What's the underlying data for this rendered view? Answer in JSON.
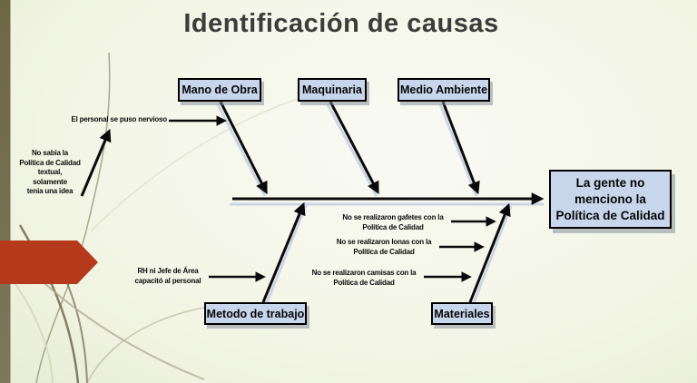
{
  "title": "Identificación de causas",
  "fishbone": {
    "effect": {
      "line1": "La gente no",
      "line2": "menciono la",
      "line3": "Política de Calidad"
    },
    "categories": {
      "mano_de_obra": "Mano de Obra",
      "maquinaria": "Maquinaria",
      "medio_ambiente": "Medio Ambiente",
      "metodo_de_trabajo": "Metodo de trabajo",
      "materiales": "Materiales"
    },
    "causes": {
      "personal": {
        "line1": "El personal se puso nervioso"
      },
      "no_sabia": {
        "line1": "No sabia la",
        "line2": "Política de Calidad",
        "line3": "textual,",
        "line4": "solamente",
        "line5": "tenia una idea"
      },
      "rh": {
        "line1": "RH ni Jefe de Área",
        "line2": "capacitó al personal"
      },
      "gafetes": {
        "line1": "No se realizaron gafetes con la",
        "line2": "Política de Calidad"
      },
      "lonas": {
        "line1": "No se realizaron lonas con la",
        "line2": "Política de Calidad"
      },
      "camisas": {
        "line1": "No se realizaron camisas con la",
        "line2": "Política de Calidad"
      }
    }
  },
  "colors": {
    "accent_arrow": "#b53a1b",
    "sidebar_stripe": "#7a7457",
    "box_fill": "#c8d6ec",
    "box_border": "#000000",
    "line": "#0a0a0a",
    "line_shadow": "#c7d2e6",
    "title_text": "#3c3c3a",
    "background_edge": "#d9e2bf"
  }
}
